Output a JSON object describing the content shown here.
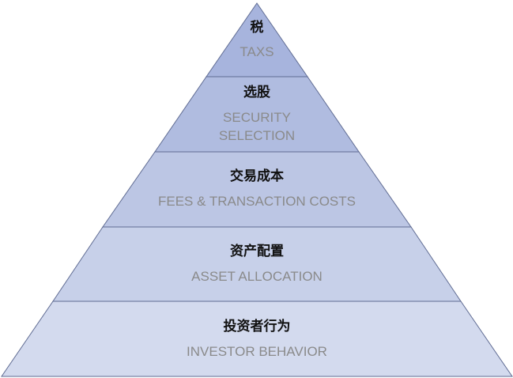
{
  "pyramid": {
    "tiers": [
      {
        "title": "税",
        "subtitle": [
          "TAXS"
        ],
        "fill": "#a7b4dd"
      },
      {
        "title": "选股",
        "subtitle": [
          "SECURITY",
          "SELECTION"
        ],
        "fill": "#b0bce0"
      },
      {
        "title": "交易成本",
        "subtitle": [
          "FEES & TRANSACTION COSTS"
        ],
        "fill": "#bcc6e4"
      },
      {
        "title": "资产配置",
        "subtitle": [
          "ASSET ALLOCATION"
        ],
        "fill": "#c7d0e9"
      },
      {
        "title": "投资者行为",
        "subtitle": [
          "INVESTOR BEHAVIOR"
        ],
        "fill": "#d3daee"
      }
    ],
    "stroke_color": "#5f6b92"
  }
}
